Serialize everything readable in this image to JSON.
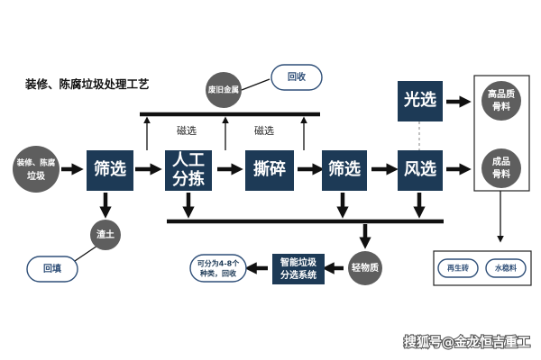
{
  "title": "装修、陈腐垃圾处理工艺",
  "nodes": {
    "input": [
      "装修、陈腐",
      "垃圾"
    ],
    "screen1": "筛选",
    "manual": [
      "人工",
      "分拣"
    ],
    "shred": "撕碎",
    "screen2": "筛选",
    "wind": "风选",
    "optical": "光选",
    "old_metal": "废旧金属",
    "recycle": "回收",
    "residue": "渣土",
    "backfill": "回填",
    "light": "轻物质",
    "smart": [
      "智能垃圾",
      "分选系统"
    ],
    "note": [
      "可分为4-8个",
      "种类，回收"
    ],
    "hq_aggregate": [
      "高品质",
      "骨料"
    ],
    "product_aggregate": [
      "成品",
      "骨料"
    ],
    "brick": "再生砖",
    "concrete": "水稳料"
  },
  "labels": {
    "magnet1": "磁选",
    "magnet2": "磁选"
  },
  "watermark": "搜狐号@金龙恒吉重工",
  "colors": {
    "box": "#1d3a56",
    "circle": "#5e5e5e",
    "accent": "#2f4f78"
  }
}
